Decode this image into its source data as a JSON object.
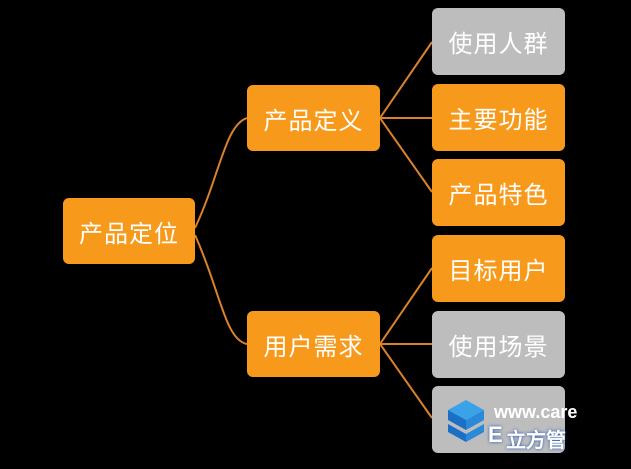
{
  "diagram": {
    "root": {
      "label": "产品定位"
    },
    "branch_1": {
      "label": "产品定义"
    },
    "branch_2": {
      "label": "用户需求"
    },
    "leaves": [
      {
        "label": "使用人群",
        "color": "gray"
      },
      {
        "label": "主要功能",
        "color": "orange"
      },
      {
        "label": "产品特色",
        "color": "orange"
      },
      {
        "label": "目标用户",
        "color": "orange"
      },
      {
        "label": "使用场景",
        "color": "gray"
      },
      {
        "label": "",
        "color": "gray"
      }
    ]
  },
  "colors": {
    "background": "#000000",
    "node_orange": "#f79a1b",
    "node_gray": "#bdbdbd",
    "connector": "#d9822b"
  },
  "watermark": {
    "url_text": "www.care",
    "letter": "E",
    "name_text": "立方管"
  }
}
